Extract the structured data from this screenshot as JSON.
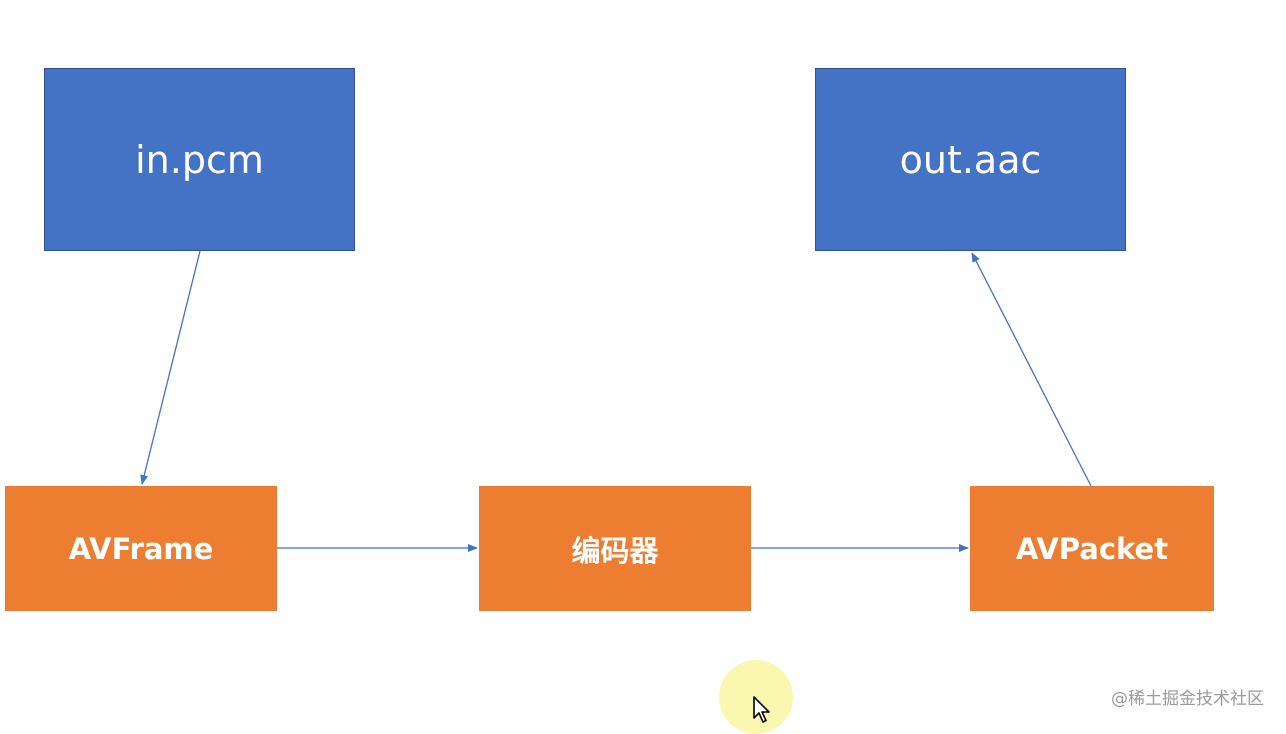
{
  "diagram": {
    "nodes": {
      "input_file": {
        "label": "in.pcm",
        "color": "#4472C4"
      },
      "output_file": {
        "label": "out.aac",
        "color": "#4472C4"
      },
      "frame": {
        "label": "AVFrame",
        "color": "#ED7D31"
      },
      "encoder": {
        "label": "编码器",
        "color": "#ED7D31"
      },
      "packet": {
        "label": "AVPacket",
        "color": "#ED7D31"
      }
    },
    "edges": [
      {
        "from": "in.pcm",
        "to": "AVFrame"
      },
      {
        "from": "AVFrame",
        "to": "编码器"
      },
      {
        "from": "编码器",
        "to": "AVPacket"
      },
      {
        "from": "AVPacket",
        "to": "out.aac"
      }
    ],
    "arrow_color": "#4472C4"
  },
  "cursor": {
    "highlight_color": "#F8F496"
  },
  "watermark": {
    "text": "@稀土掘金技术社区"
  }
}
